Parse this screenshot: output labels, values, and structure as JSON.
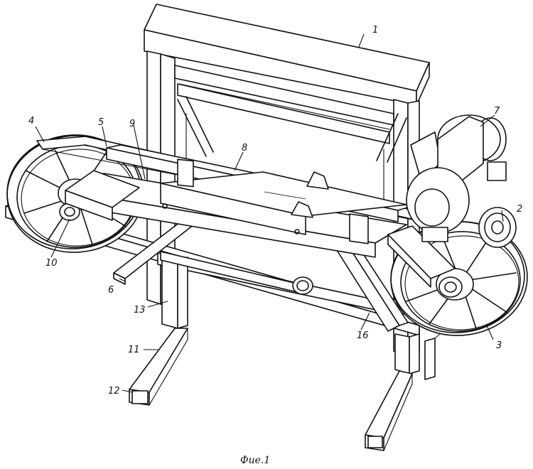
{
  "callouts": [
    "1",
    "2",
    "3",
    "4",
    "5",
    "6",
    "7",
    "8",
    "9",
    "10",
    "11",
    "12",
    "13",
    "16"
  ],
  "caption": "Фие.1"
}
